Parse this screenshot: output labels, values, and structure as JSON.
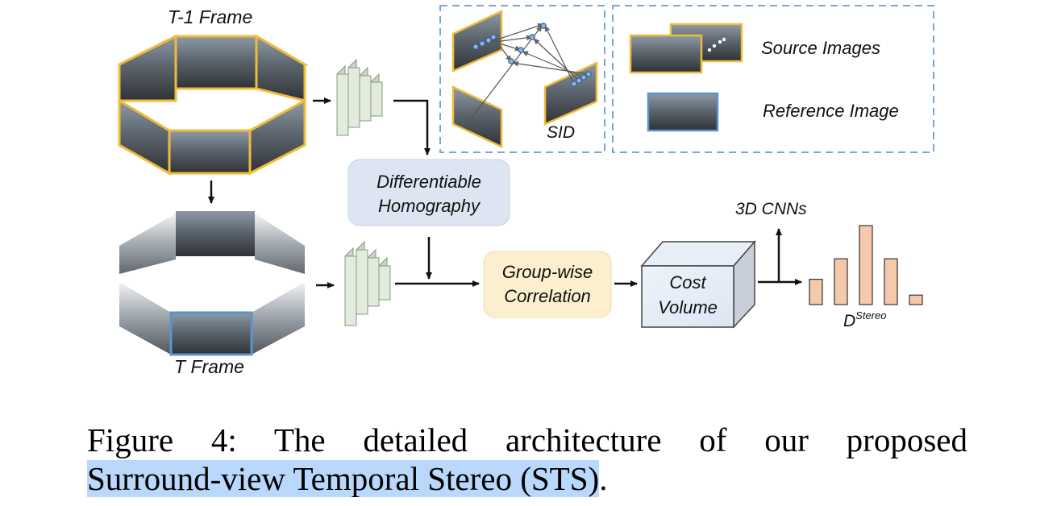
{
  "labels": {
    "t_minus_1_frame": "T-1 Frame",
    "t_frame": "T Frame",
    "differentiable_homography": [
      "Differentiable",
      "Homography"
    ],
    "group_wise_correlation": [
      "Group-wise",
      "Correlation"
    ],
    "cost_volume": [
      "Cost",
      "Volume"
    ],
    "cnn_3d": "3D CNNs",
    "d_stereo_base": "D",
    "d_stereo_sup": "Stereo",
    "sid": "SID",
    "legend_source": "Source Images",
    "legend_reference": "Reference Image"
  },
  "caption": {
    "line1": "Figure 4: The detailed architecture of our proposed",
    "line2_highlight": "Surround-view Temporal Stereo (STS)",
    "line2_tail": "."
  },
  "histogram_values": [
    0.32,
    0.58,
    1.0,
    0.58,
    0.12
  ],
  "colors": {
    "source_border": "#efbb3a",
    "reference_border": "#5b93cc",
    "dashed_box": "#7aa6d6",
    "homography_box": "#dde5f3",
    "correlation_box": "#fcefcd",
    "bars": "#f4c9ac",
    "cnn_block": "#e3ecdc"
  }
}
